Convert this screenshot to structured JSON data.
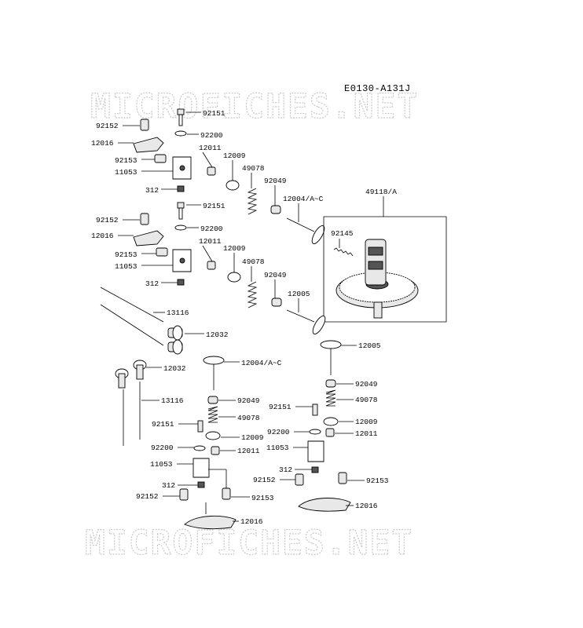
{
  "diagram_code": "E0130-A131J",
  "watermark": "MICROFICHES.NET",
  "labels": {
    "l92151a": "92151",
    "l92152a": "92152",
    "l92200a": "92200",
    "l12016a": "12016",
    "l12011a": "12011",
    "l92153a": "92153",
    "l12009a": "12009",
    "l11053a": "11053",
    "l49078a": "49078",
    "l92049a": "92049",
    "l312a": "312",
    "l12004a": "12004/A~C",
    "l49118": "49118/A",
    "l92151b": "92151",
    "l92152b": "92152",
    "l92200b": "92200",
    "l12011b": "12011",
    "l12016b": "12016",
    "l92145": "92145",
    "l12009b": "12009",
    "l92153b": "92153",
    "l49078b": "49078",
    "l11053b": "11053",
    "l92049b": "92049",
    "l312b": "312",
    "l12005a": "12005",
    "l13116a": "13116",
    "l12032a": "12032",
    "l12005b": "12005",
    "l12032b": "12032",
    "l12004b": "12004/A~C",
    "l92049c": "92049",
    "l13116b": "13116",
    "l92049d": "92049",
    "l49078c": "49078",
    "l92151c": "92151",
    "l49078d": "49078",
    "l12009c": "12009",
    "l92151d": "92151",
    "l12009d": "12009",
    "l92200c": "92200",
    "l12011c": "12011",
    "l92200d": "92200",
    "l12011d": "12011",
    "l11053c": "11053",
    "l11053d": "11053",
    "l312c": "312",
    "l92152c": "92152",
    "l92153c": "92153",
    "l312d": "312",
    "l92153d": "92153",
    "l92152d": "92152",
    "l12016c": "12016",
    "l12016d": "12016"
  }
}
